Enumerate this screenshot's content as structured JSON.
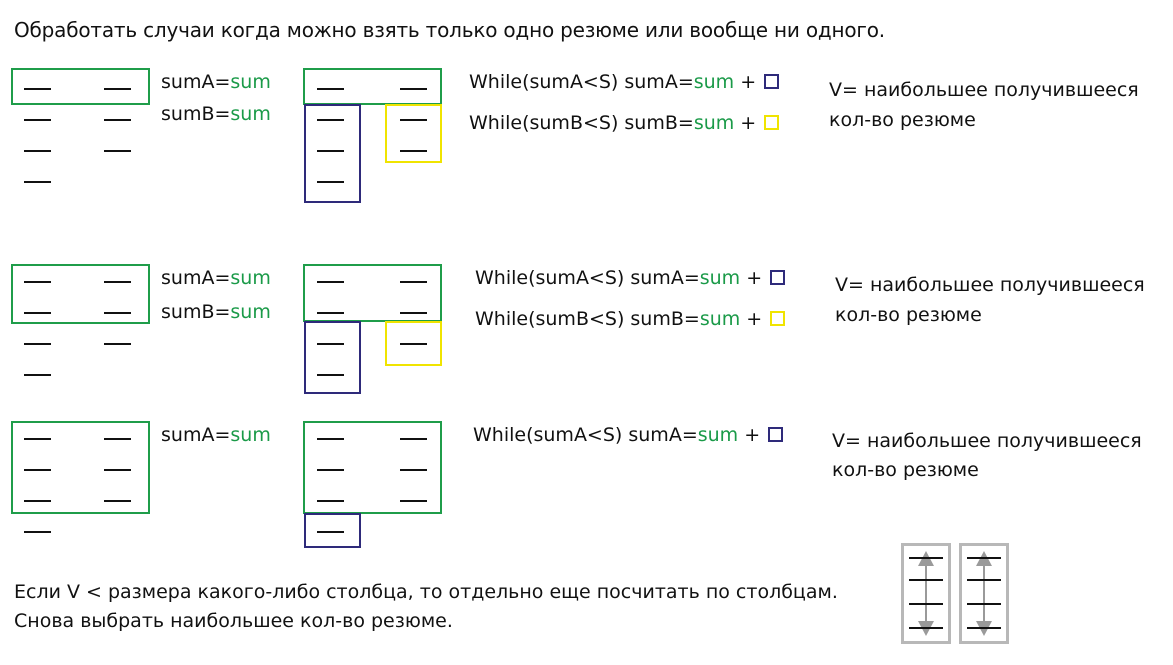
{
  "title": "Обработать случаи когда можно взять только одно резюме или вообще ни одного.",
  "label_sumA_prefix": "sumA=",
  "label_sumB_prefix": "sumB=",
  "label_sum": "sum",
  "while_a_prefix": "While(sumA<S)  sumA=",
  "while_b_prefix": "While(sumB<S)  sumB=",
  "plus": " +",
  "result_line1": "V= наибольшее получившееся",
  "result_line2": "кол-во резюме",
  "footer_line1": "Если V < размера какого-либо столбца, то отдельно еще посчитать по столбцам.",
  "footer_line2": "Снова выбрать наибольшее кол-во резюме.",
  "colors": {
    "green": "#1f9d4a",
    "navy": "#2e2a7a",
    "yellow": "#f0e400"
  }
}
